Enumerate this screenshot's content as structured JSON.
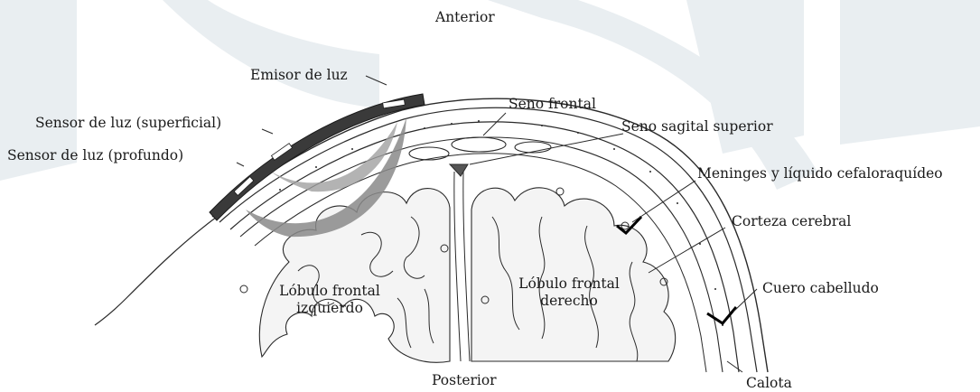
{
  "labels": {
    "anterior": "Anterior",
    "posterior": "Posterior",
    "emisor": "Emisor de luz",
    "sensor_superficial": "Sensor de luz (superficial)",
    "sensor_profundo": "Sensor de luz (profundo)",
    "seno_frontal": "Seno frontal",
    "seno_sagital": "Seno sagital superior",
    "meninges": "Meninges y líquido cefaloraquídeo",
    "corteza": "Corteza cerebral",
    "cuero": "Cuero cabelludo",
    "calota": "Calota",
    "lobulo_izq_1": "Lóbulo frontal",
    "lobulo_izq_2": "izquierdo",
    "lobulo_der_1": "Lóbulo frontal",
    "lobulo_der_2": "derecho"
  },
  "colors": {
    "line": "#2a2a2a",
    "background_watermark": "#e9eef1",
    "light_beam": "#8a8a8a",
    "probe": "#3a3a3a",
    "brain_fill": "#f4f4f4"
  }
}
